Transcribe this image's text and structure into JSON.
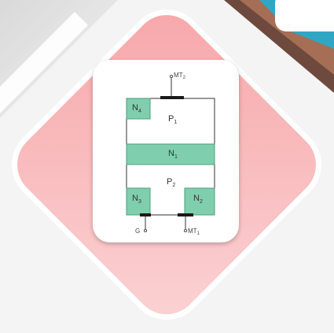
{
  "diagram": {
    "terminals": {
      "mt2": {
        "name": "MT",
        "sub": "2"
      },
      "mt1": {
        "name": "MT",
        "sub": "1"
      },
      "gate": {
        "name": "G"
      }
    },
    "regions": {
      "n4": {
        "name": "N",
        "sub": "4"
      },
      "p1": {
        "name": "P",
        "sub": "1"
      },
      "n1": {
        "name": "N",
        "sub": "1"
      },
      "p2": {
        "name": "P",
        "sub": "2"
      },
      "n3": {
        "name": "N",
        "sub": "3"
      },
      "n2": {
        "name": "N",
        "sub": "2"
      }
    }
  },
  "colors": {
    "n_region": "#7fcfae",
    "n_region_border": "#4f9c7c",
    "outline": "#333333",
    "electrode": "#1a1a1a",
    "tile": "#f8b9bb",
    "tile_border": "#ffffff"
  }
}
